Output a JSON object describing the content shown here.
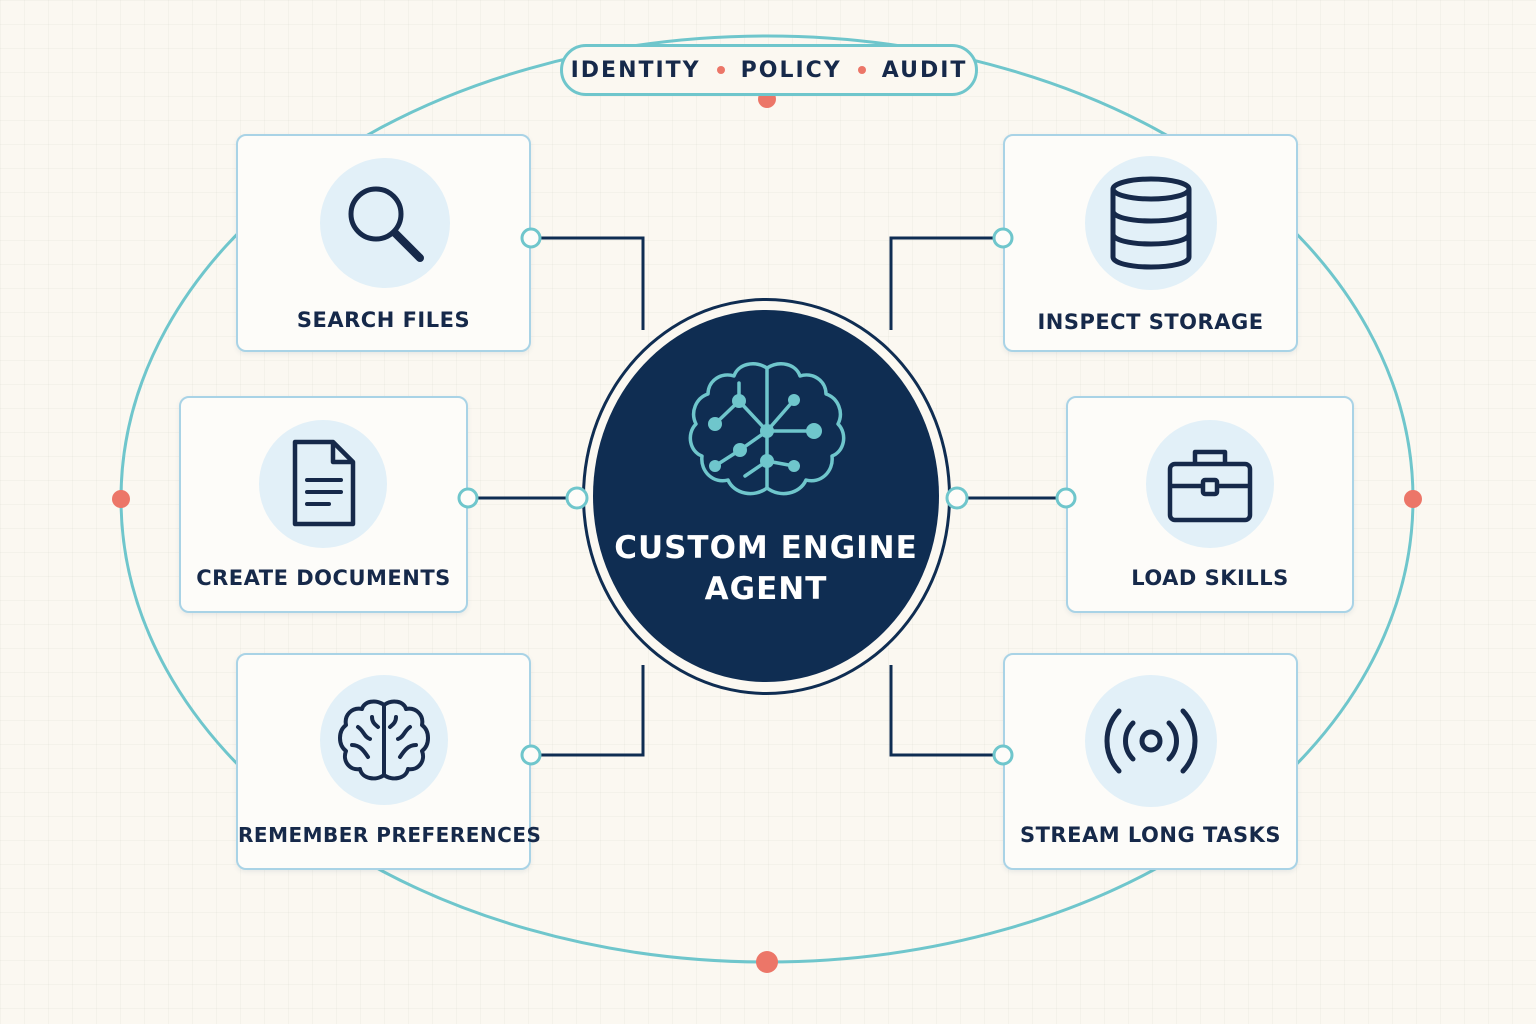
{
  "header": {
    "items": [
      "IDENTITY",
      "POLICY",
      "AUDIT"
    ]
  },
  "center": {
    "title_line1": "CUSTOM ENGINE",
    "title_line2": "AGENT",
    "icon": "brain-network-icon"
  },
  "capabilities": {
    "search_files": {
      "label": "SEARCH FILES",
      "icon": "magnifier-icon"
    },
    "create_documents": {
      "label": "CREATE DOCUMENTS",
      "icon": "document-icon"
    },
    "remember_preferences": {
      "label": "REMEMBER PREFERENCES",
      "icon": "brain-icon"
    },
    "inspect_storage": {
      "label": "INSPECT STORAGE",
      "icon": "database-icon"
    },
    "load_skills": {
      "label": "LOAD SKILLS",
      "icon": "briefcase-icon"
    },
    "stream_long_tasks": {
      "label": "STREAM LONG TASKS",
      "icon": "broadcast-icon"
    }
  },
  "colors": {
    "background": "#fbf8f1",
    "navy": "#0f2d52",
    "teal": "#6fc6cc",
    "coral": "#ec7668",
    "card_border": "#a9d3e6",
    "icon_bg": "#e2f0f8",
    "text": "#16294a"
  }
}
